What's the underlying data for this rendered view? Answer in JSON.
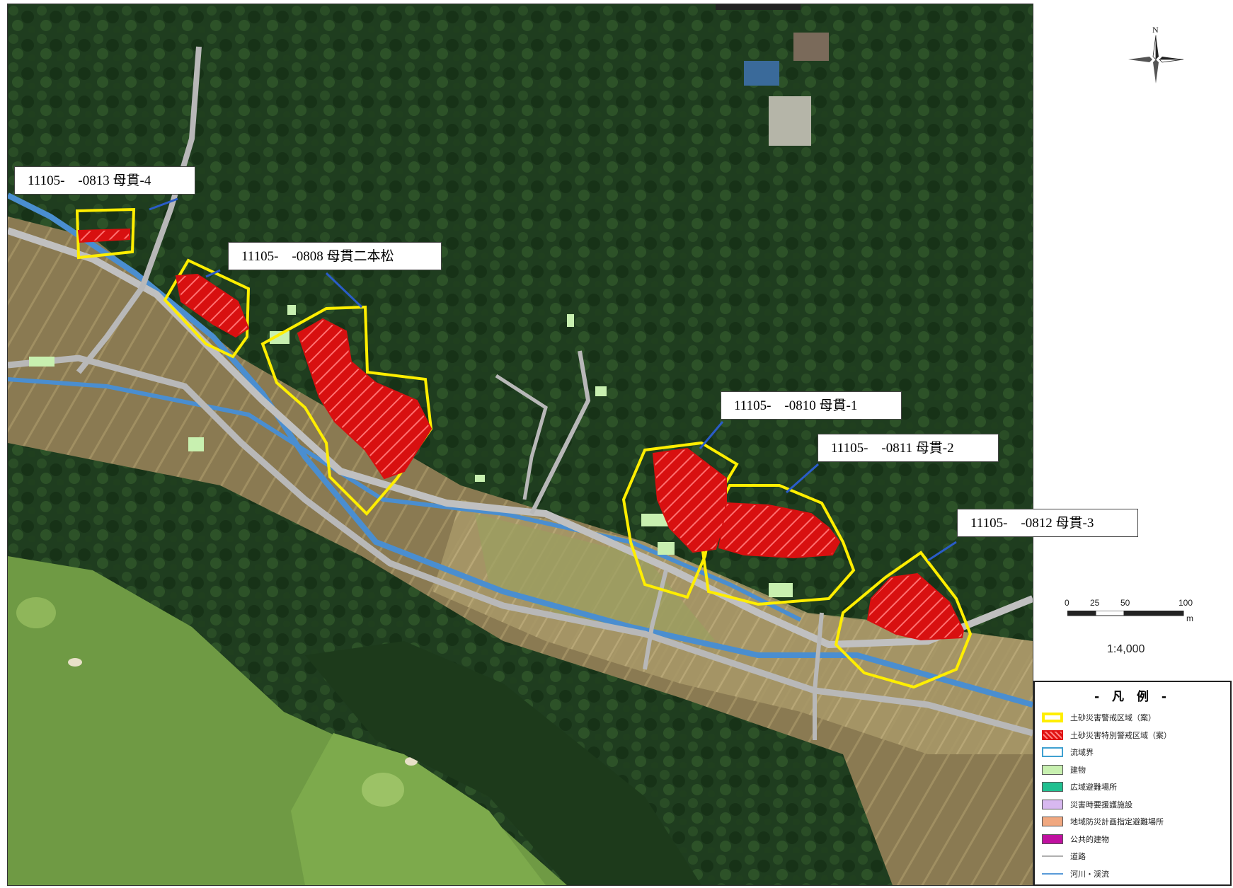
{
  "map": {
    "area_labels": [
      {
        "id": "0813",
        "text": "11105-　-0813  母貫-4"
      },
      {
        "id": "0808",
        "text": "11105-　-0808  母貫二本松"
      },
      {
        "id": "0810",
        "text": "11105-　-0810  母貫-1"
      },
      {
        "id": "0811",
        "text": "11105-　-0811  母貫-2"
      },
      {
        "id": "0812",
        "text": "11105-　-0812  母貫-3"
      }
    ]
  },
  "north_arrow": {
    "label": "N"
  },
  "scale": {
    "ticks": [
      "0",
      "25",
      "50",
      "100"
    ],
    "unit": "m",
    "ratio": "1:4,000"
  },
  "legend": {
    "title": "- 凡 例 -",
    "items": [
      {
        "label": "土砂災害警戒区域（案）",
        "color": "#ffee00",
        "kind": "outline-yellow"
      },
      {
        "label": "土砂災害特別警戒区域（案）",
        "color": "#e01010",
        "kind": "hatch-red"
      },
      {
        "label": "流域界",
        "color": "#3fa0d0",
        "kind": "box"
      },
      {
        "label": "建物",
        "color": "#c8f0b0",
        "kind": "fill"
      },
      {
        "label": "広域避難場所",
        "color": "#20c090",
        "kind": "fill"
      },
      {
        "label": "災害時要援護施設",
        "color": "#d8b8f0",
        "kind": "fill"
      },
      {
        "label": "地域防災計画指定避難場所",
        "color": "#f0a880",
        "kind": "fill"
      },
      {
        "label": "公共的建物",
        "color": "#c010a0",
        "kind": "fill"
      },
      {
        "label": "道路",
        "color": "#b0b0b0",
        "kind": "line"
      },
      {
        "label": "河川・渓流",
        "color": "#5a9ad8",
        "kind": "line"
      }
    ]
  }
}
